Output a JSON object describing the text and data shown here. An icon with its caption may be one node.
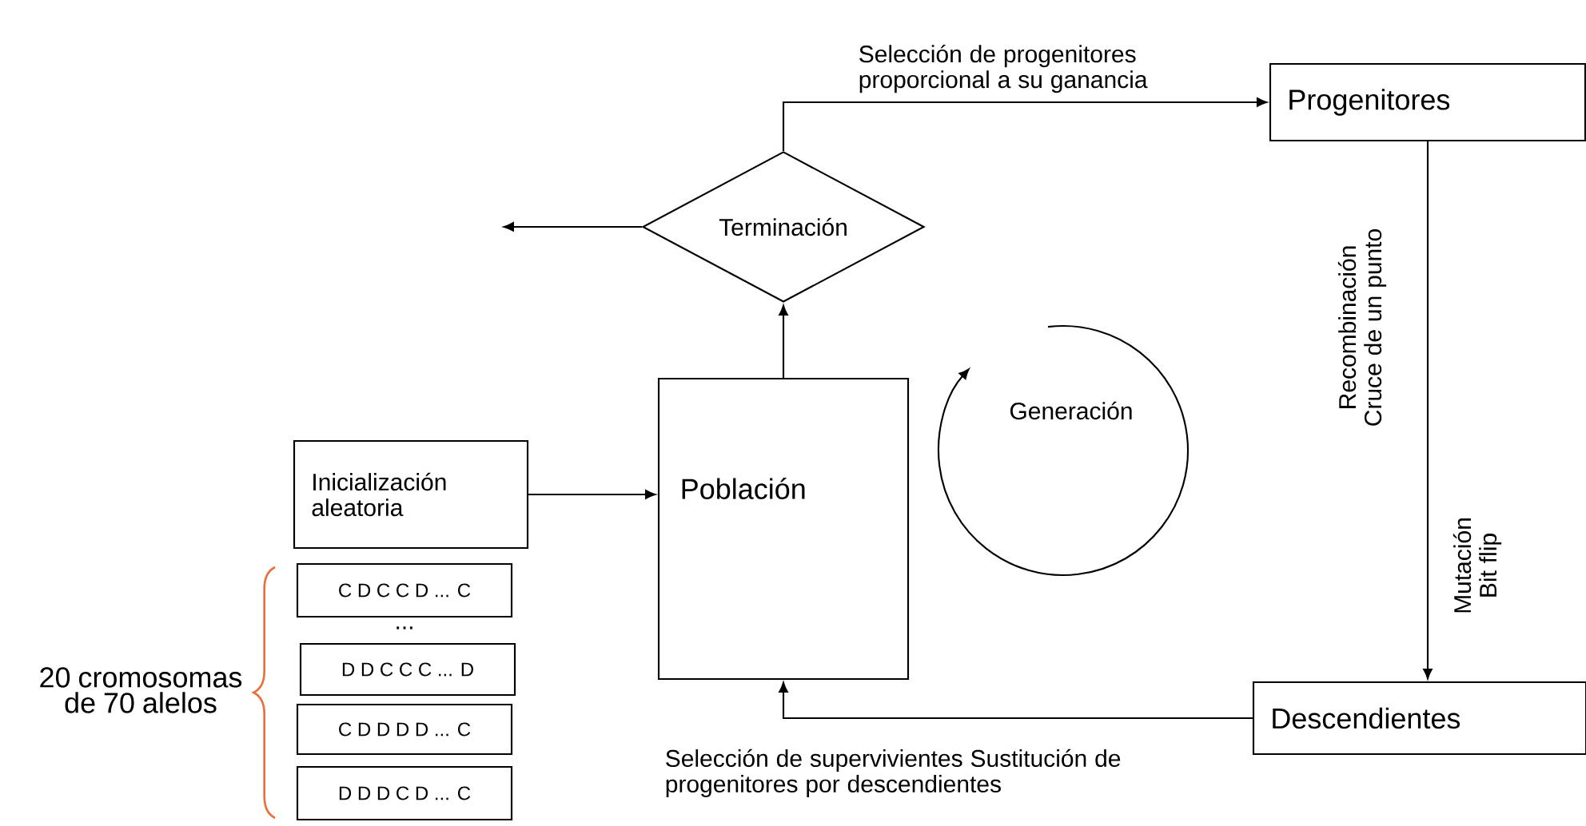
{
  "diagram": {
    "nodes": [
      {
        "text": [
          "Inicialización aleatoria"
        ]
      },
      {
        "text": [
          "Población"
        ]
      },
      {
        "text": [
          "Terminación"
        ]
      },
      {
        "text": [
          "Progenitores"
        ]
      },
      {
        "text": [
          "Descendientes"
        ]
      },
      {
        "text": [
          "C D C C D ... C"
        ]
      },
      {
        "text": [
          "D D C C C ... D"
        ]
      },
      {
        "text": [
          "C D D D D ... C"
        ]
      },
      {
        "text": [
          "D D D C D ... C"
        ]
      }
    ],
    "edges": [
      {
        "from": 0,
        "to": 1,
        "arrow": "to"
      },
      {
        "from": 1,
        "to": 2,
        "arrow": "to"
      },
      {
        "from": 2,
        "to": null,
        "arrow": "to"
      },
      {
        "from": 2,
        "to": 3,
        "arrow": "to",
        "label": "Selección de progenitores proporcional a su ganancia"
      },
      {
        "from": 3,
        "to": 4,
        "arrow": "to",
        "label": "Recombinación Cruce de un punto"
      },
      {
        "from": 4,
        "to": 1,
        "arrow": "to",
        "label": "Selección de supervivientes Sustitución de progenitores por descendientes"
      }
    ],
    "labels": [
      "Generación",
      "Mutación Bit flip",
      "...",
      "20 cromosomas de 70 alelos"
    ]
  }
}
